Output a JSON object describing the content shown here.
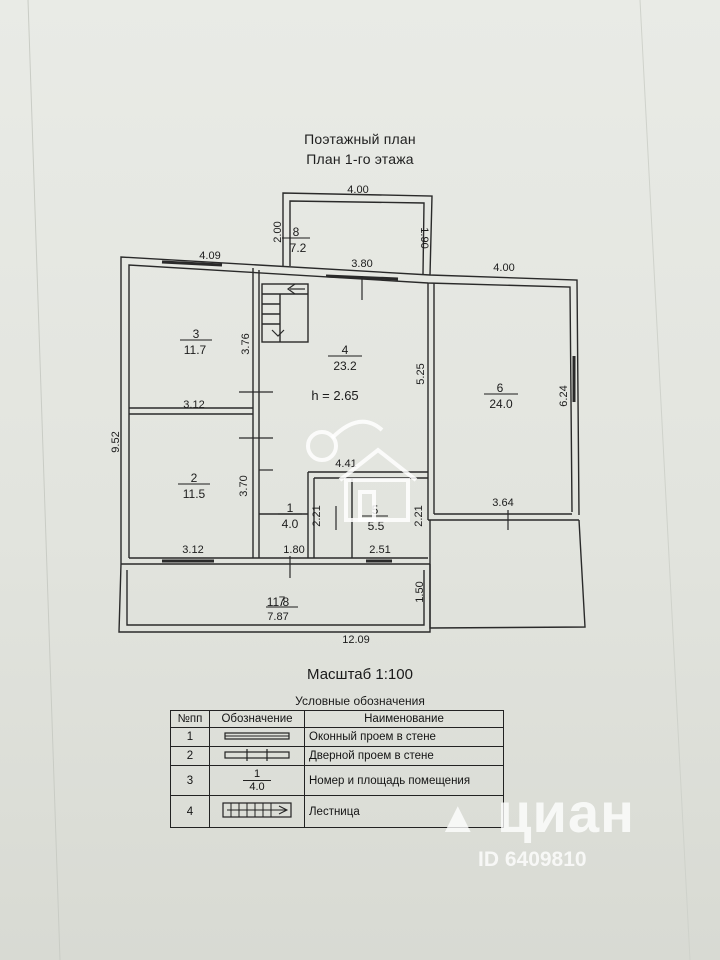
{
  "header": {
    "title_line1": "Поэтажный план",
    "title_line2": "План 1-го этажа"
  },
  "plan": {
    "rooms": [
      {
        "id": "room-1",
        "number": "1",
        "area": "4.0"
      },
      {
        "id": "room-2",
        "number": "2",
        "area": "11.5"
      },
      {
        "id": "room-3",
        "number": "3",
        "area": "11.7"
      },
      {
        "id": "room-4",
        "number": "4",
        "area": "23.2"
      },
      {
        "id": "room-5",
        "number": "5",
        "area": "5.5"
      },
      {
        "id": "room-6",
        "number": "6",
        "area": "24.0"
      },
      {
        "id": "room-7",
        "number": "7",
        "area": "11.8"
      },
      {
        "id": "room-8",
        "number": "8",
        "area": "7.2"
      }
    ],
    "ceiling_height": "h = 2.65",
    "dimensions": {
      "d_400_top": "4.00",
      "d_200": "2.00",
      "d_190": "1.90",
      "d_380": "3.80",
      "d_409": "4.09",
      "d_400_right": "4.00",
      "d_376": "3.76",
      "d_952": "9.52",
      "d_525": "5.25",
      "d_624": "6.24",
      "d_312_mid": "3.12",
      "d_370": "3.70",
      "d_441": "4.41",
      "d_364": "3.64",
      "d_221_a": "2.21",
      "d_221_b": "2.21",
      "d_312_bot": "3.12",
      "d_180": "1.80",
      "d_251": "2.51",
      "d_150": "1.50",
      "d_787": "7.87",
      "d_1209": "12.09"
    }
  },
  "scale_label": "Масштаб 1:100",
  "legend": {
    "title": "Условные обозначения",
    "headers": [
      "№пп",
      "Обозначение",
      "Наименование"
    ],
    "rows": [
      {
        "num": "1",
        "symbol": "window-opening",
        "name": "Оконный проем в стене"
      },
      {
        "num": "2",
        "symbol": "door-opening",
        "name": "Дверной проем в стене"
      },
      {
        "num": "3",
        "symbol": "room-number-area",
        "name": "Номер и площадь помещения",
        "sample_number": "1",
        "sample_area": "4.0"
      },
      {
        "num": "4",
        "symbol": "stair",
        "name": "Лестница"
      }
    ]
  },
  "watermark": {
    "brand": "циан",
    "id_text": "ID 6409810"
  }
}
